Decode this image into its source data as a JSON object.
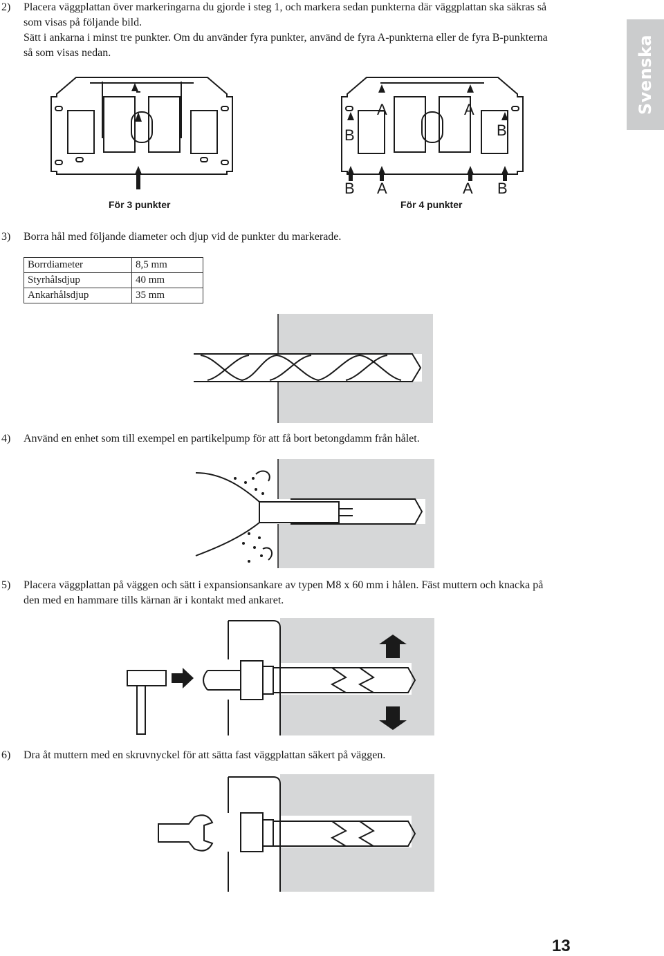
{
  "steps": [
    {
      "num": "2)",
      "lines": [
        "Placera väggplattan över markeringarna du gjorde i steg 1, och markera sedan punkterna där väggplattan ska säkras så",
        "som visas på följande bild.",
        "Sätt i ankarna i minst tre punkter. Om du använder fyra punkter, använd de fyra A-punkterna eller de fyra B-punkterna",
        "så som visas nedan."
      ]
    },
    {
      "num": "3)",
      "lines": [
        "Borra hål med följande diameter och djup vid de punkter du markerade."
      ]
    },
    {
      "num": "4)",
      "lines": [
        "Använd en enhet som till exempel en partikelpump för att få bort betongdamm från hålet."
      ]
    },
    {
      "num": "5)",
      "lines": [
        "Placera väggplattan på väggen och sätt i expansionsankare av typen M8 x 60 mm i hålen. Fäst muttern och knacka på",
        "den med en hammare tills kärnan är i kontakt med ankaret."
      ]
    },
    {
      "num": "6)",
      "lines": [
        "Dra åt muttern med en skruvnyckel för att sätta fast väggplattan säkert på väggen."
      ]
    }
  ],
  "side_tab": "Svenska",
  "figures": {
    "three_points_caption": "För 3 punkter",
    "four_points_caption": "För 4 punkter",
    "label_a": "A",
    "label_b": "B"
  },
  "drill_table": [
    {
      "label": "Borrdiameter",
      "value": "8,5 mm"
    },
    {
      "label": "Styrhålsdjup",
      "value": "40 mm"
    },
    {
      "label": "Ankarhålsdjup",
      "value": "35 mm"
    }
  ],
  "page_number": "13",
  "colors": {
    "wall_gray": "#d6d7d8",
    "tab_gray": "#cbcccd",
    "ink": "#1a1a1a"
  }
}
